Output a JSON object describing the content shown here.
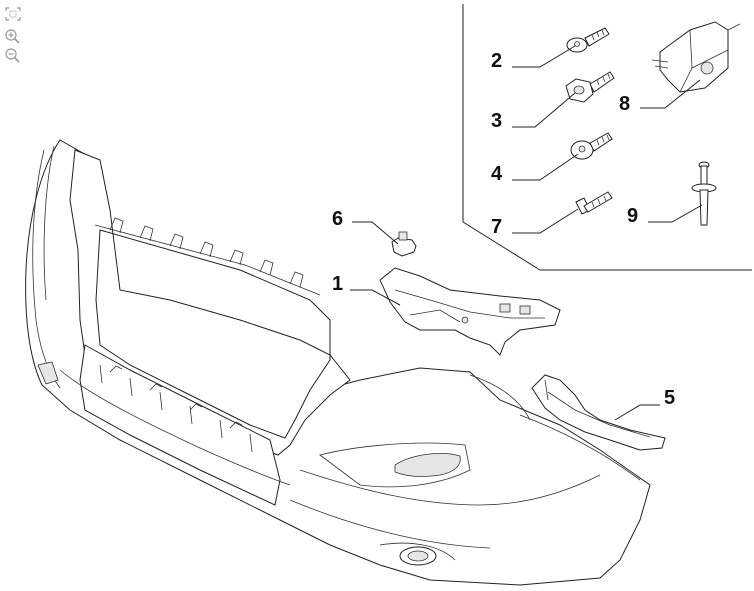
{
  "toolbar": {
    "fit_icon": "fit-to-window-icon",
    "zoom_in_icon": "zoom-in-icon",
    "zoom_out_icon": "zoom-out-icon"
  },
  "callouts": {
    "c1": "1",
    "c2": "2",
    "c3": "3",
    "c4": "4",
    "c5": "5",
    "c6": "6",
    "c7": "7",
    "c8": "8",
    "c9": "9"
  },
  "colors": {
    "line": "#222222",
    "background": "#ffffff"
  }
}
